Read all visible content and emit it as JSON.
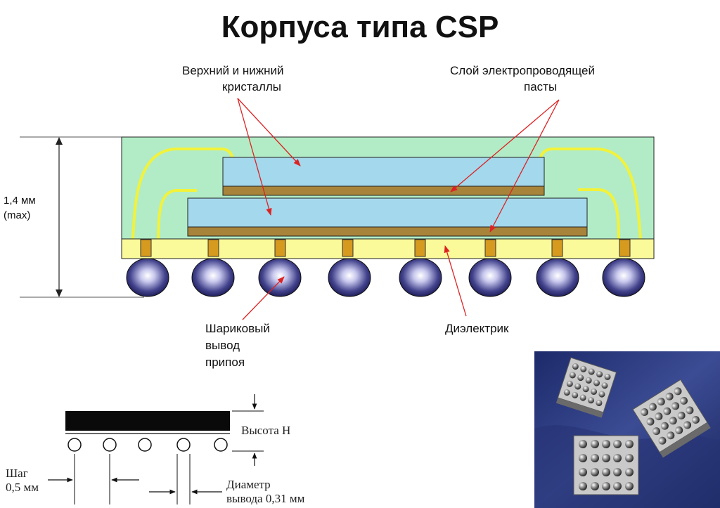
{
  "title": "Корпуса типа CSP",
  "labels": {
    "crystals_line1": "Верхний и нижний",
    "crystals_line2": "кристаллы",
    "paste_line1": "Слой электропроводящей",
    "paste_line2": "пасты",
    "height_value": "1,4 мм",
    "height_max": "(max)",
    "ball_line1": "Шариковый",
    "ball_line2": "вывод",
    "ball_line3": "припоя",
    "dielectric": "Диэлектрик"
  },
  "small_drawing": {
    "height_label": "Высота Н",
    "pitch_line1": "Шаг",
    "pitch_line2": "0,5 мм",
    "diameter_line1": "Диаметр",
    "diameter_line2": "вывода 0,31 мм"
  },
  "colors": {
    "mold": "#b2ecc7",
    "die": "#a4d8ec",
    "paste": "#a8843a",
    "substrate": "#fafa9a",
    "wire": "#f2f23a",
    "arrow": "#dd2222",
    "ball": "#2a2a7a",
    "photo_bg": "#2c3a78"
  }
}
